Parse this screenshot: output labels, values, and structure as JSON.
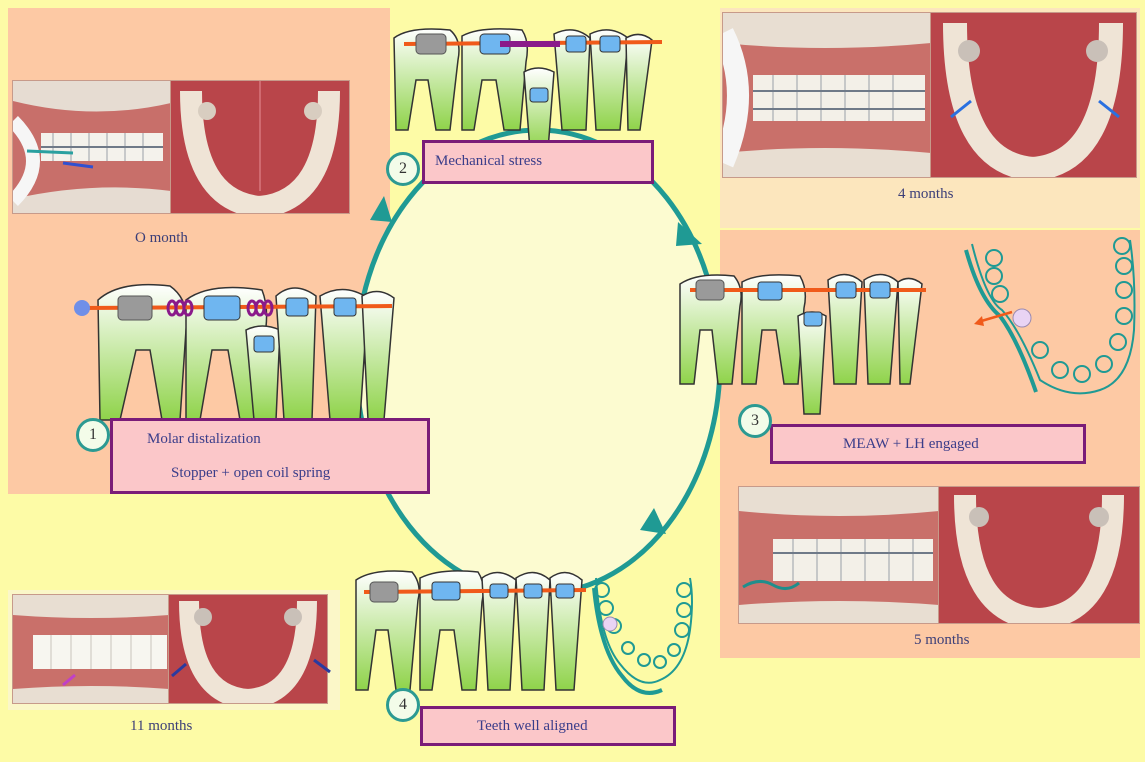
{
  "colors": {
    "background": "#fdfba6",
    "panel": "#fdc9a4",
    "ring": "#1f9a94",
    "ellipse": "#fcfbd0",
    "box_fill": "#fbc7c9",
    "box_border": "#7a1c78",
    "wire": "#f05a1a",
    "coil": "#8a1a8a",
    "bracket": "#4a8fe0",
    "tooth_root": "#8fd34a"
  },
  "captions": {
    "month0": "O month",
    "month4": "4 months",
    "month5": "5 months",
    "month11": "11 months"
  },
  "steps": [
    {
      "number": "1",
      "line1": "Molar distalization",
      "line2": "Stopper + open coil spring"
    },
    {
      "number": "2",
      "line1": "Mechanical stress"
    },
    {
      "number": "3",
      "line1": "MEAW + LH engaged"
    },
    {
      "number": "4",
      "line1": "Teeth well aligned"
    }
  ],
  "icons": [
    "tooth-illustration",
    "occlusal-arch-sketch",
    "cycle-arrow-icon",
    "photo-arrow-icon"
  ]
}
